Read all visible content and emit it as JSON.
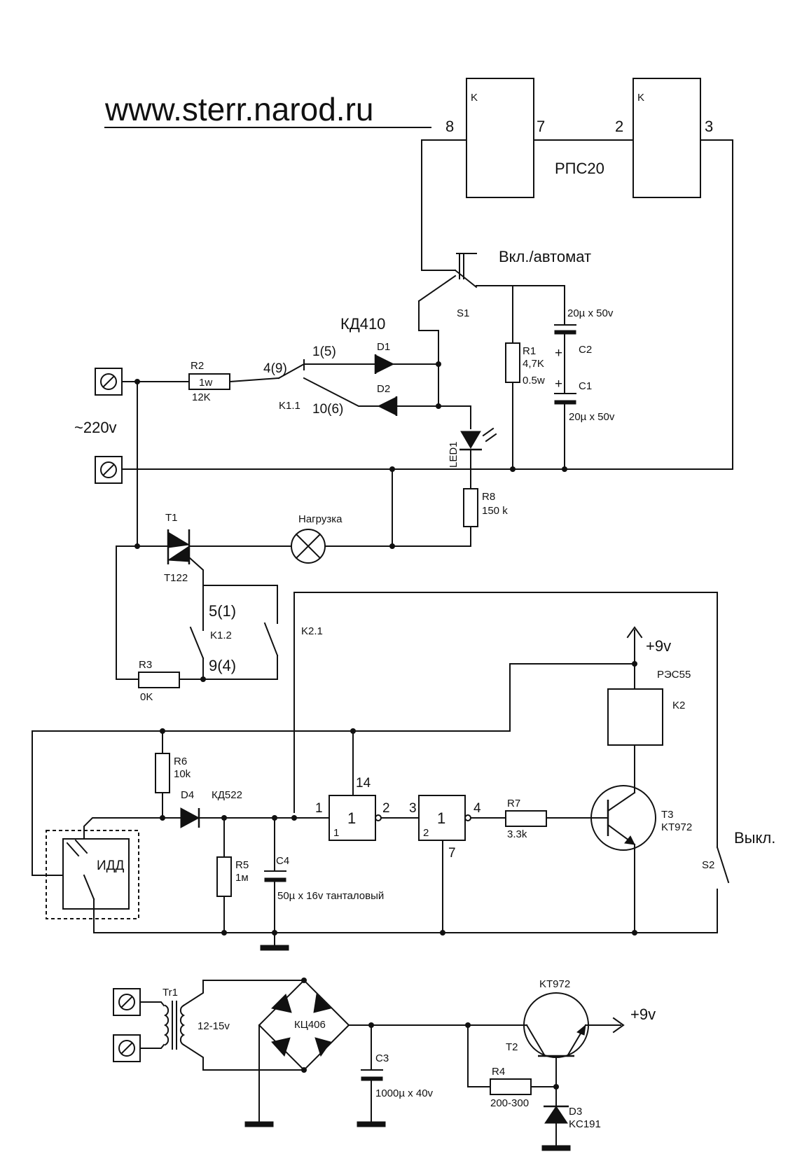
{
  "site_url": "www.sterr.narod.ru",
  "relay_main": {
    "pins": [
      "8",
      "7",
      "2",
      "3"
    ],
    "coil_label": "K",
    "coil_label_2": "K",
    "type": "РПС20"
  },
  "switch_s1": {
    "name": "S1",
    "caption": "Вкл./автомат"
  },
  "diode_group": {
    "type": "КД410",
    "d1": "D1",
    "d2": "D2"
  },
  "contact_k11": {
    "name": "K1.1",
    "pin_common": "4(9)",
    "pin_a": "1(5)",
    "pin_b": "10(6)"
  },
  "r2": {
    "name": "R2",
    "body": "1w",
    "value": "12K"
  },
  "r1": {
    "name": "R1",
    "value": "4,7K",
    "power": "0.5w"
  },
  "c2": {
    "name": "C2",
    "rating": "20µ x 50v"
  },
  "c1": {
    "name": "C1",
    "rating": "20µ x 50v"
  },
  "led": {
    "name": "LED1"
  },
  "r8": {
    "name": "R8",
    "value": "150 k"
  },
  "mains": {
    "label": "~220v"
  },
  "triac": {
    "name": "T1",
    "type": "T122"
  },
  "load": {
    "label": "Нагрузка"
  },
  "contact_k12": {
    "name": "K1.2",
    "pin_a": "5(1)",
    "pin_b": "9(4)"
  },
  "r3": {
    "name": "R3",
    "value": "0K"
  },
  "contact_k21": {
    "name": "K2.1"
  },
  "supply_plus9": {
    "label": "+9v"
  },
  "relay_k2": {
    "type": "РЭС55",
    "name": "K2"
  },
  "r6": {
    "name": "R6",
    "value": "10k"
  },
  "d4": {
    "name": "D4",
    "type": "КД522"
  },
  "r5": {
    "name": "R5",
    "value": "1м"
  },
  "c4": {
    "name": "C4",
    "rating": "50µ x 16v танталовый"
  },
  "gate1": {
    "symbol": "1",
    "pin_in": "1",
    "pin_out": "2",
    "pin_vcc": "14",
    "sub": "1"
  },
  "gate2": {
    "symbol": "1",
    "pin_in": "3",
    "pin_out": "4",
    "pin_gnd": "7",
    "sub": "2"
  },
  "r7": {
    "name": "R7",
    "value": "3.3k"
  },
  "t3": {
    "name": "T3",
    "type": "KT972"
  },
  "sensor": {
    "label": "ИДД"
  },
  "switch_s2": {
    "name": "S2",
    "caption": "Выкл."
  },
  "psu": {
    "transformer": "Tr1",
    "secondary": "12-15v",
    "bridge": "КЦ406",
    "c3": {
      "name": "C3",
      "rating": "1000µ x  40v"
    },
    "r4": {
      "name": "R4",
      "value": "200-300"
    },
    "d3": {
      "name": "D3",
      "type": "KC191"
    },
    "t2": {
      "name": "T2",
      "type": "KT972"
    },
    "output": "+9v"
  }
}
